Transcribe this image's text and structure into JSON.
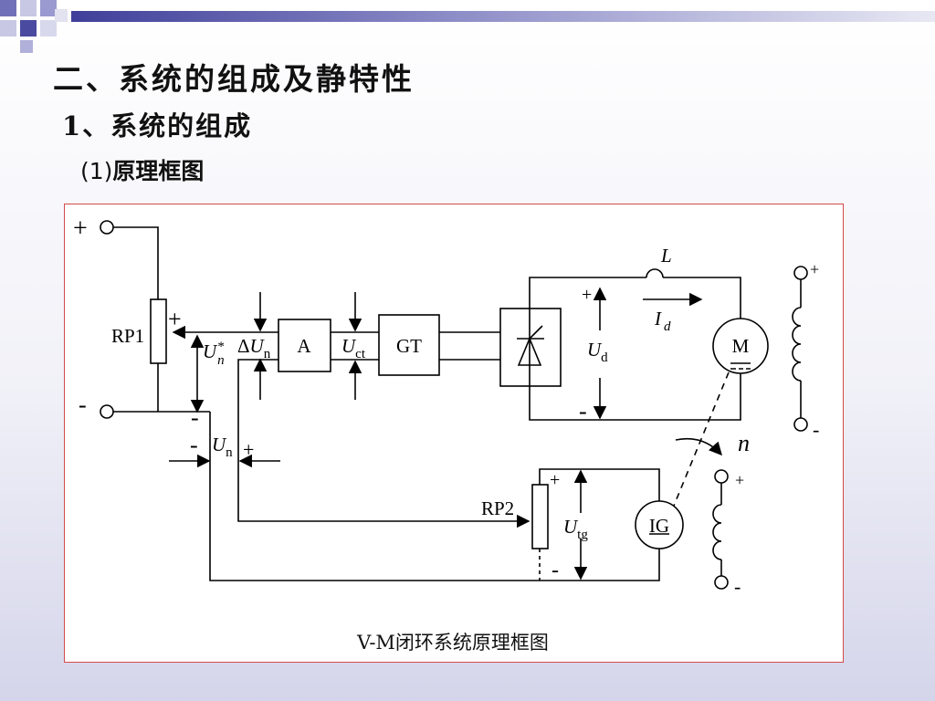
{
  "heading": {
    "level1": "二、系统的组成及静特性",
    "level2": "1、系统的组成",
    "level3_num": "(1)",
    "level3_text": "原理框图"
  },
  "diagram": {
    "caption": "V-M闭环系统原理框图",
    "blocks": {
      "amplifier": "A",
      "trigger": "GT",
      "motor": "M",
      "tachogenerator": "IG"
    },
    "potentiometers": {
      "reference": "RP1",
      "feedback": "RP2"
    },
    "signals": {
      "ref_main": "U",
      "ref_sub": "n",
      "ref_sup": "*",
      "err_prefix": "Δ",
      "err_main": "U",
      "err_sub": "n",
      "ctrl_main": "U",
      "ctrl_sub": "ct",
      "arm_main": "U",
      "arm_sub": "d",
      "cur_main": "I",
      "cur_sub": "d",
      "fb_main": "U",
      "fb_sub": "n",
      "tg_main": "U",
      "tg_sub": "tg",
      "inductor": "L",
      "speed": "n"
    },
    "polarity": {
      "supply_plus": "+",
      "supply_minus": "-",
      "rp1_plus": "+",
      "ref_minus": "-",
      "fb_minus": "-",
      "fb_plus": "+",
      "ud_plus": "+",
      "ud_minus": "-",
      "tg_plus": "+",
      "tg_minus": "-",
      "field1_plus": "+",
      "field1_minus": "-",
      "field2_plus": "+",
      "field2_minus": "-"
    }
  }
}
